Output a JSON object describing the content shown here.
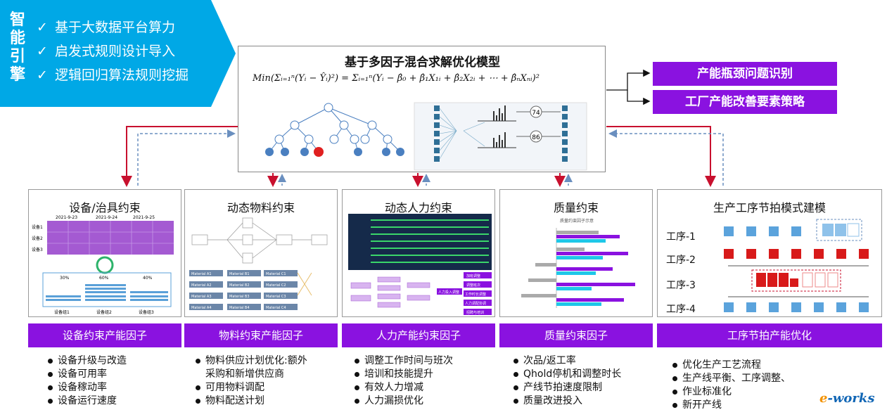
{
  "engine": {
    "title": "智能引擎",
    "items": [
      "基于大数据平台算力",
      "启发式规则设计导入",
      "逻辑回归算法规则挖掘"
    ]
  },
  "model": {
    "title": "基于多因子混合求解优化模型",
    "formula": "Min(Σᵢ₌₁ⁿ(Yᵢ − Ŷᵢ)²) = Σᵢ₌₁ⁿ(Yᵢ − β̂₀ + β̂₁X₁ᵢ + β̂₂X₂ᵢ + ⋯ + β̂ₙXₙᵢ)²",
    "node_a": "74",
    "node_b": "86"
  },
  "outputs": [
    "产能瓶颈问题识别",
    "工厂产能改善要素策略"
  ],
  "panels": [
    {
      "title": "设备/治具约束",
      "dates": [
        "2021-9-23",
        "2021-9-24",
        "2021-9-25"
      ],
      "rows": [
        "设备1",
        "设备2",
        "设备3"
      ],
      "pcts": [
        "30%",
        "60%",
        "40%"
      ],
      "groups": [
        "设备组1",
        "设备组2",
        "设备组3"
      ],
      "factor": "设备约束产能因子",
      "bullets": [
        "设备升级与改造",
        "设备可用率",
        "设备稼动率",
        "设备运行速度"
      ]
    },
    {
      "title": "动态物料约束",
      "materials_left": [
        "Material A1",
        "Material A2",
        "Material A3",
        "Material A4"
      ],
      "materials_mid": [
        "Material B1",
        "Material B2",
        "Material B3",
        "Material B4"
      ],
      "materials_right": [
        "Material C1",
        "Material C2",
        "Material C3",
        "Material C4"
      ],
      "factor": "物料约束产能因子",
      "bullets": [
        "物料供应计划优化:额外采购和新增供应商",
        "可用物料调配",
        "物料配送计划"
      ]
    },
    {
      "title": "动态人力约束",
      "flow_center": "人力投入调整",
      "flow_right": [
        "加班调整",
        "调整班次",
        "工作时长调整",
        "人力调配协调",
        "招聘与培训"
      ],
      "factor": "人力产能约束因子",
      "bullets": [
        "调整工作时间与班次",
        "培训和技能提升",
        "有效人力增减",
        "人力漏损优化"
      ]
    },
    {
      "title": "质量约束",
      "chart_title": "质量约束因子示意",
      "factor": "质量约束因子",
      "bullets": [
        "次品/返工率",
        "Qhold停机和调整时长",
        "产线节拍速度限制",
        "质量改进投入"
      ]
    },
    {
      "title": "生产工序节拍模式建模",
      "steps": [
        "工序-1",
        "工序-2",
        "工序-3",
        "工序-4"
      ],
      "factor": "工序节拍产能优化",
      "bullets": [
        "优化生产工艺流程",
        "生产线平衡、工序调整、",
        "作业标准化",
        "新开产线"
      ]
    }
  ],
  "logo": {
    "e": "e",
    "rest": "-works"
  },
  "colors": {
    "purple": "#8a12e0",
    "cyan": "#00a8e6",
    "red": "#c8102e",
    "blue_dash": "#6a8fbf"
  }
}
